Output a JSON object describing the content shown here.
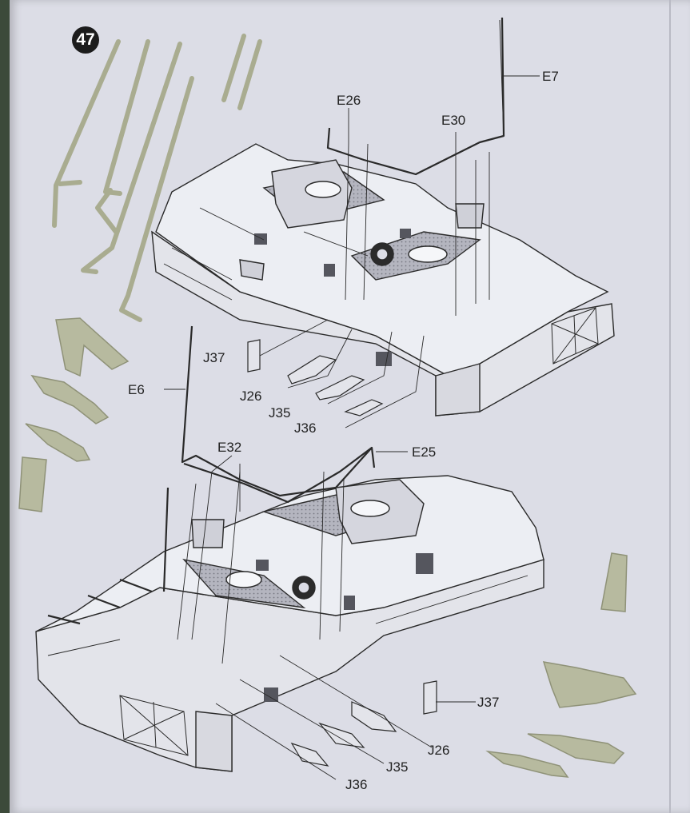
{
  "step": {
    "number": "47"
  },
  "upper_assembly": {
    "callouts": {
      "e7": "E7",
      "e26": "E26",
      "e30": "E30",
      "j37": "J37",
      "e6": "E6",
      "j26": "J26",
      "j35": "J35",
      "j36": "J36"
    }
  },
  "lower_assembly": {
    "callouts": {
      "e32": "E32",
      "e25": "E25",
      "j37": "J37",
      "j26": "J26",
      "j35": "J35",
      "j36": "J36"
    }
  },
  "colors": {
    "paper": "#dcdde6",
    "ink": "#2a2a2a",
    "part_grey": "#b9bca2",
    "deck_hatch": "#9a9ba6",
    "background": "#3c4a3a"
  }
}
